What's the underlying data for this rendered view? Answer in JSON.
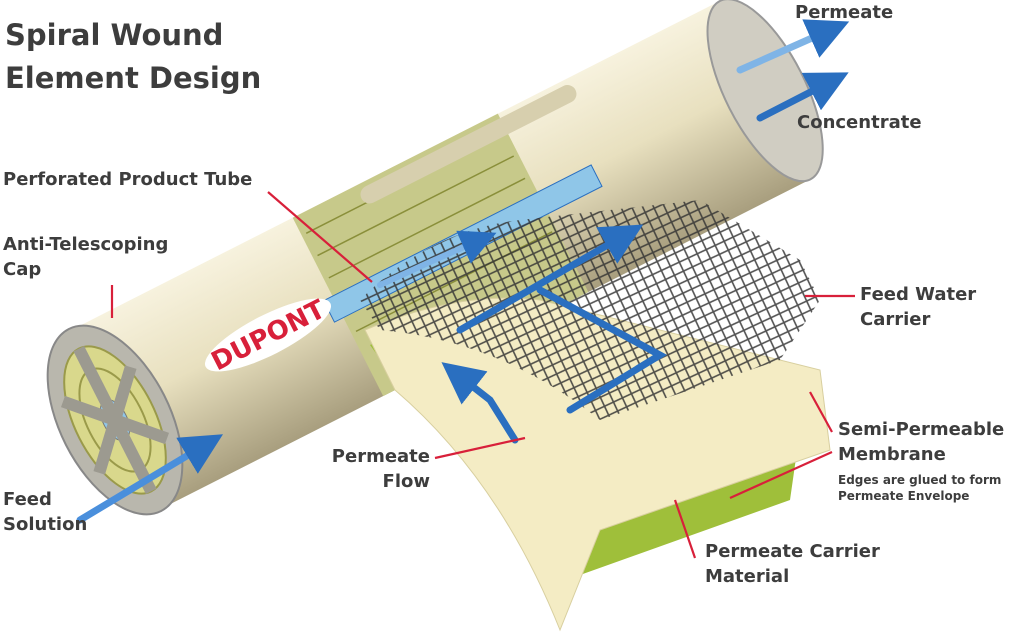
{
  "title": {
    "line1": "Spiral Wound",
    "line2": "Element Design"
  },
  "labels": {
    "permeate": "Permeate",
    "concentrate": "Concentrate",
    "product_tube": "Perforated Product Tube",
    "anti_telescoping_1": "Anti-Telescoping",
    "anti_telescoping_2": "Cap",
    "feed_water_1": "Feed Water",
    "feed_water_2": "Carrier",
    "membrane_1": "Semi-Permeable",
    "membrane_2": "Membrane",
    "membrane_note_1": "Edges are glued to form",
    "membrane_note_2": "Permeate Envelope",
    "permeate_flow_1": "Permeate",
    "permeate_flow_2": "Flow",
    "feed_solution_1": "Feed",
    "feed_solution_2": "Solution",
    "carrier_1": "Permeate Carrier",
    "carrier_2": "Material"
  },
  "logo": "DUPONT",
  "colors": {
    "leader": "#d8203a",
    "arrow": "#2a6fc0",
    "arrow_light": "#7fb4e6",
    "shell": "#e9e2c4",
    "green": "#9fbf3a",
    "membrane": "#f4ecc4"
  }
}
